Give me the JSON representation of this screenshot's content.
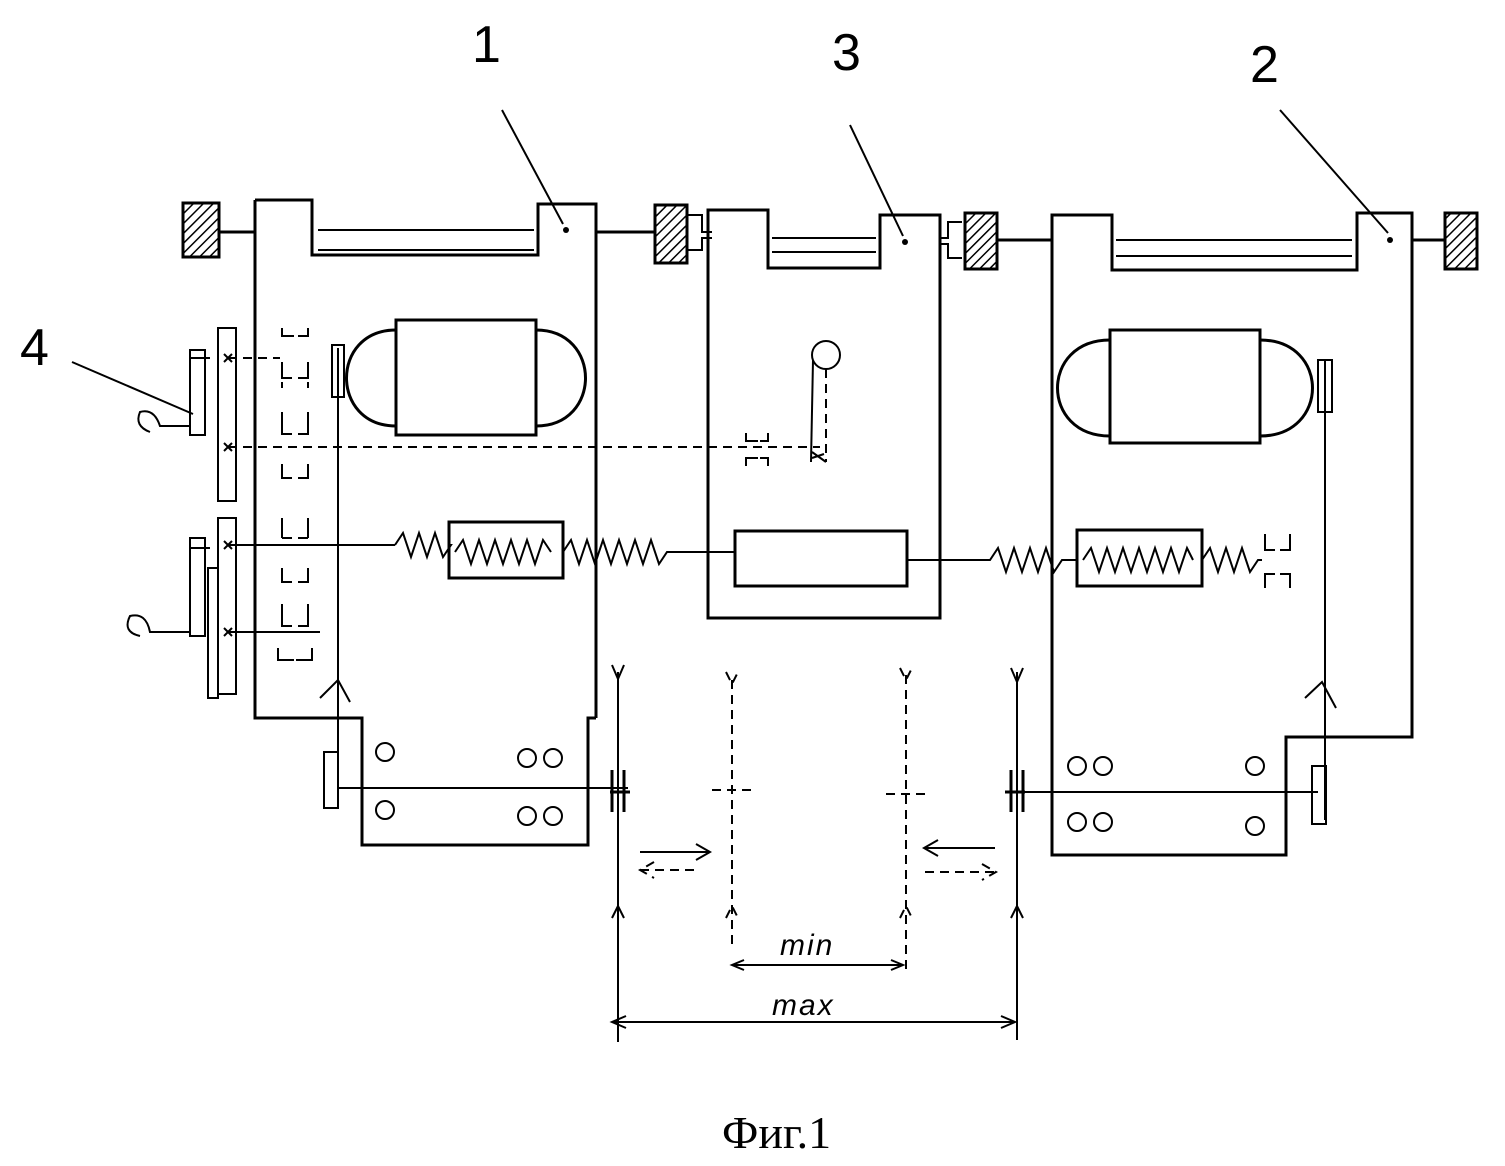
{
  "figure": {
    "caption": "Фиг.1",
    "labels": {
      "unit_1": "1",
      "unit_2": "2",
      "unit_3": "3",
      "unit_4": "4"
    },
    "dimensions": {
      "min_label": "min",
      "max_label": "max"
    }
  }
}
